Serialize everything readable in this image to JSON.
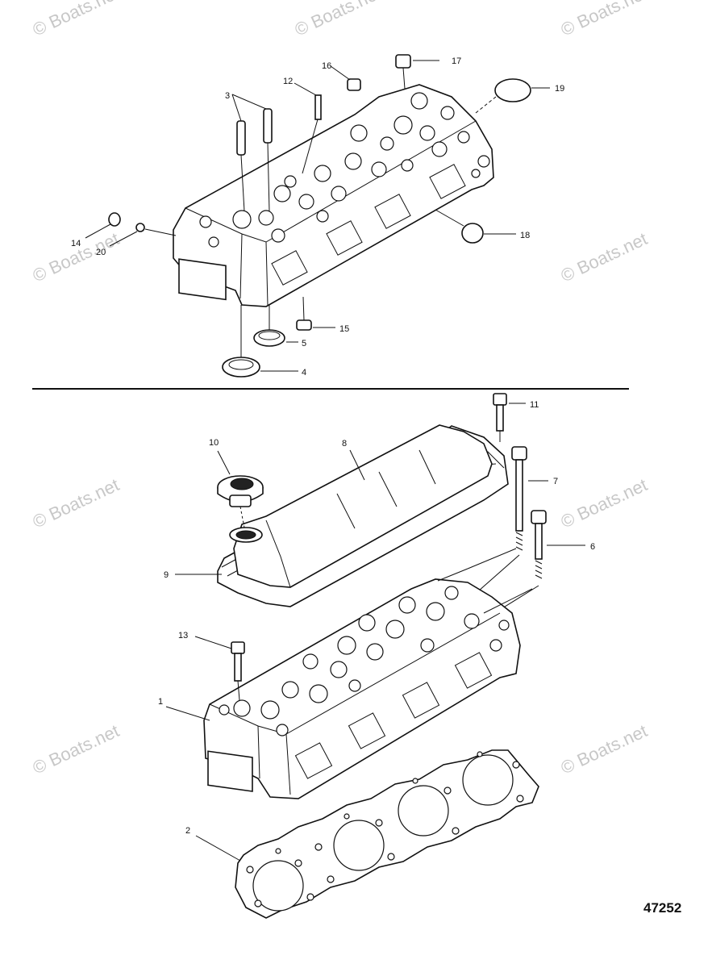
{
  "callouts": {
    "c1": "1",
    "c2": "2",
    "c3": "3",
    "c4": "4",
    "c5": "5",
    "c6": "6",
    "c7": "7",
    "c8": "8",
    "c9": "9",
    "c10": "10",
    "c11": "11",
    "c12": "12",
    "c13": "13",
    "c14": "14",
    "c15": "15",
    "c16": "16",
    "c17": "17",
    "c18": "18",
    "c19": "19",
    "c20": "20"
  },
  "figure_number": "47252",
  "watermark": "© Boats.net"
}
